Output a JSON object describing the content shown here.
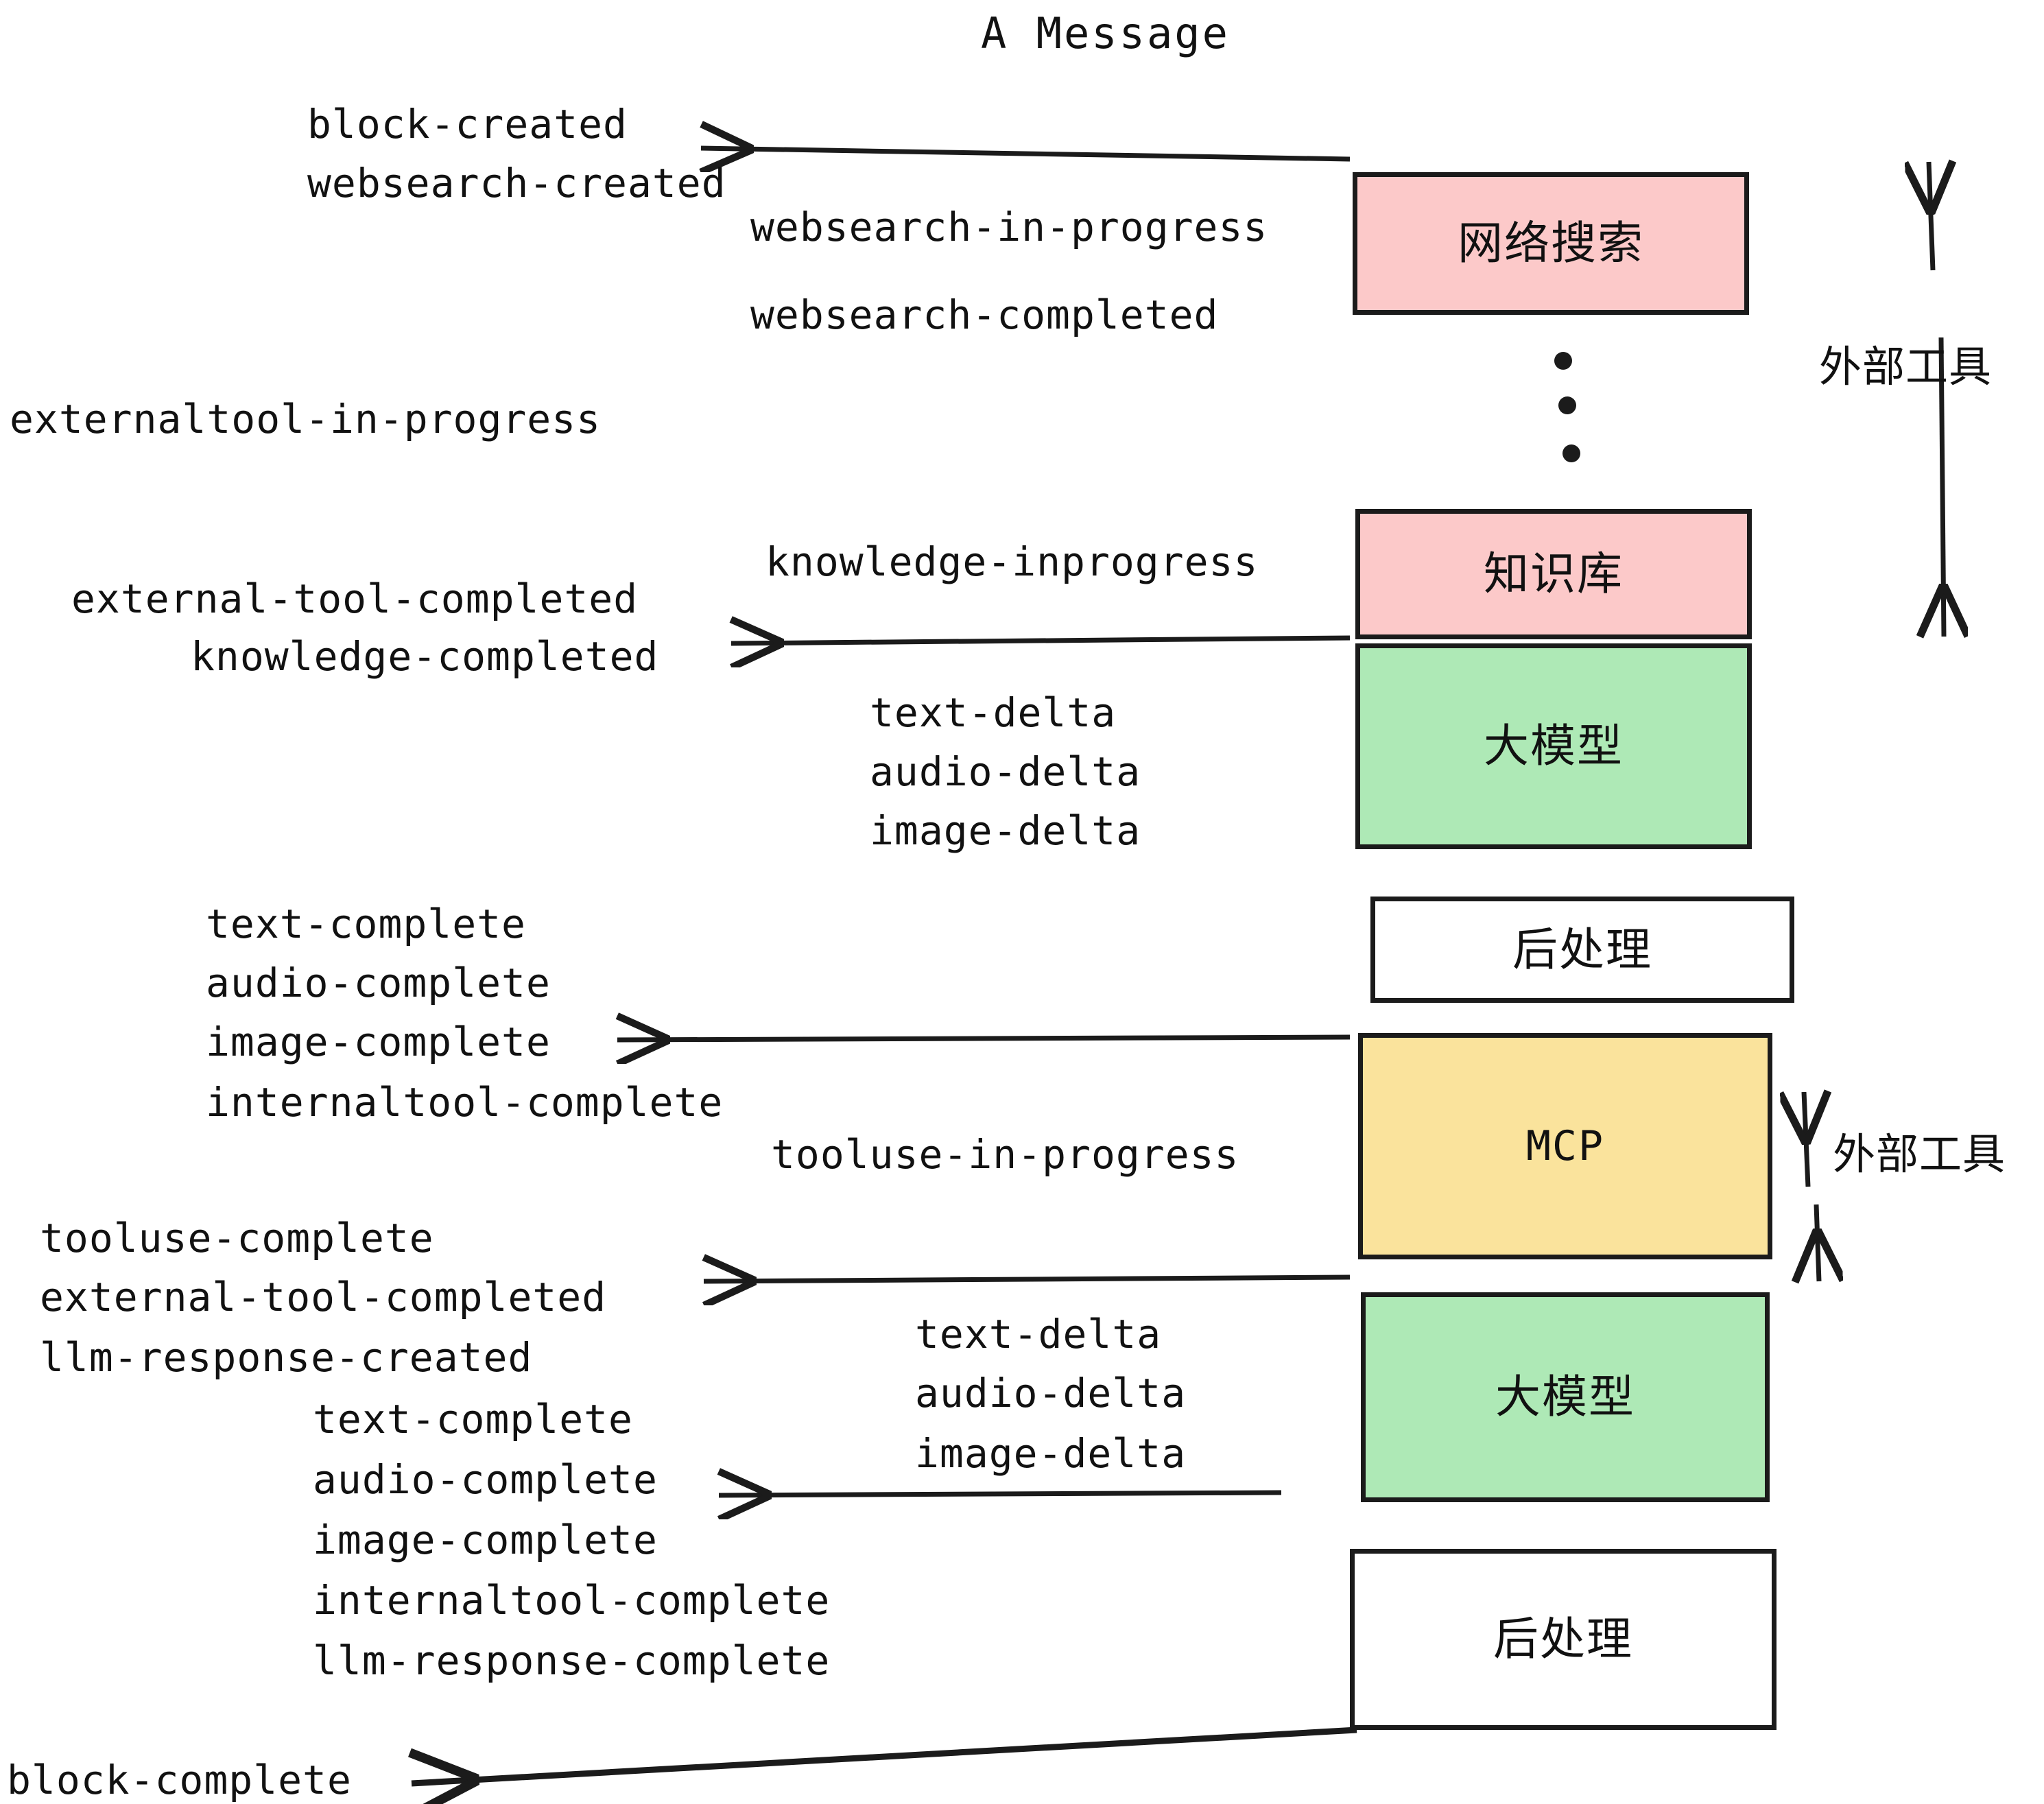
{
  "title": "A Message",
  "colors": {
    "pink": "#FCC9C9",
    "green": "#AEE9B6",
    "yellow": "#FAE39C",
    "white": "#FFFFFF",
    "stroke": "#1B1B1B",
    "text": "#111111"
  },
  "boxes": [
    {
      "id": "websearch",
      "label": "网络搜索",
      "fill": "pink"
    },
    {
      "id": "knowledge",
      "label": "知识库",
      "fill": "pink"
    },
    {
      "id": "llm-1",
      "label": "大模型",
      "fill": "green"
    },
    {
      "id": "postprocess-1",
      "label": "后处理",
      "fill": "white"
    },
    {
      "id": "mcp",
      "label": "MCP",
      "fill": "yellow"
    },
    {
      "id": "llm-2",
      "label": "大模型",
      "fill": "green"
    },
    {
      "id": "postprocess-2",
      "label": "后处理",
      "fill": "white"
    }
  ],
  "side_labels": [
    {
      "id": "external-tools-top",
      "label": "外部工具"
    },
    {
      "id": "external-tools-bottom",
      "label": "外部工具"
    }
  ],
  "events": [
    {
      "id": "block-created",
      "label": "block-created"
    },
    {
      "id": "websearch-created",
      "label": "websearch-created"
    },
    {
      "id": "websearch-in-progress",
      "label": "websearch-in-progress"
    },
    {
      "id": "websearch-completed",
      "label": "websearch-completed"
    },
    {
      "id": "externaltool-in-progress",
      "label": "externaltool-in-progress"
    },
    {
      "id": "knowledge-inprogress",
      "label": "knowledge-inprogress"
    },
    {
      "id": "external-tool-completed-1",
      "label": "external-tool-completed"
    },
    {
      "id": "knowledge-completed",
      "label": "knowledge-completed"
    },
    {
      "id": "text-delta-1",
      "label": "text-delta"
    },
    {
      "id": "audio-delta-1",
      "label": "audio-delta"
    },
    {
      "id": "image-delta-1",
      "label": "image-delta"
    },
    {
      "id": "text-complete-1",
      "label": "text-complete"
    },
    {
      "id": "audio-complete-1",
      "label": "audio-complete"
    },
    {
      "id": "image-complete-1",
      "label": "image-complete"
    },
    {
      "id": "internaltool-complete-1",
      "label": "internaltool-complete"
    },
    {
      "id": "tooluse-in-progress",
      "label": "tooluse-in-progress"
    },
    {
      "id": "tooluse-complete",
      "label": "tooluse-complete"
    },
    {
      "id": "external-tool-completed-2",
      "label": "external-tool-completed"
    },
    {
      "id": "llm-response-created",
      "label": "llm-response-created"
    },
    {
      "id": "text-delta-2",
      "label": "text-delta"
    },
    {
      "id": "audio-delta-2",
      "label": "audio-delta"
    },
    {
      "id": "image-delta-2",
      "label": "image-delta"
    },
    {
      "id": "text-complete-2",
      "label": "text-complete"
    },
    {
      "id": "audio-complete-2",
      "label": "audio-complete"
    },
    {
      "id": "image-complete-2",
      "label": "image-complete"
    },
    {
      "id": "internaltool-complete-2",
      "label": "internaltool-complete"
    },
    {
      "id": "llm-response-complete",
      "label": "llm-response-complete"
    },
    {
      "id": "block-complete",
      "label": "block-complete"
    }
  ]
}
